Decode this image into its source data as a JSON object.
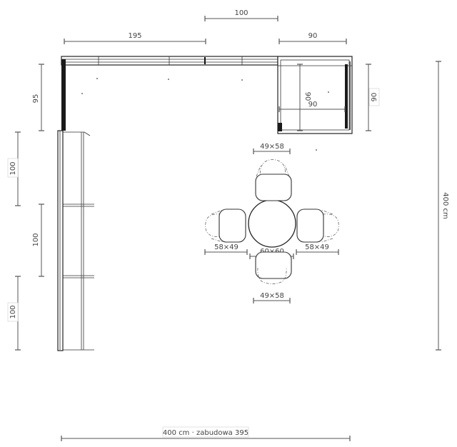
{
  "dimensions": {
    "top_100": "100",
    "top_195": "195",
    "top_90": "90",
    "left_95": "95",
    "left_100_a": "100",
    "left_100_b": "100",
    "left_100_c": "100",
    "box_90_h": "90",
    "box_90_v": "90",
    "right_90": "90",
    "right_400": "400 cm",
    "bottom": "400 cm · zabudowa 395",
    "chair_top": "49×58",
    "chair_left": "58×49",
    "table": "60×60",
    "chair_right": "58×49",
    "chair_bottom": "49×58"
  }
}
